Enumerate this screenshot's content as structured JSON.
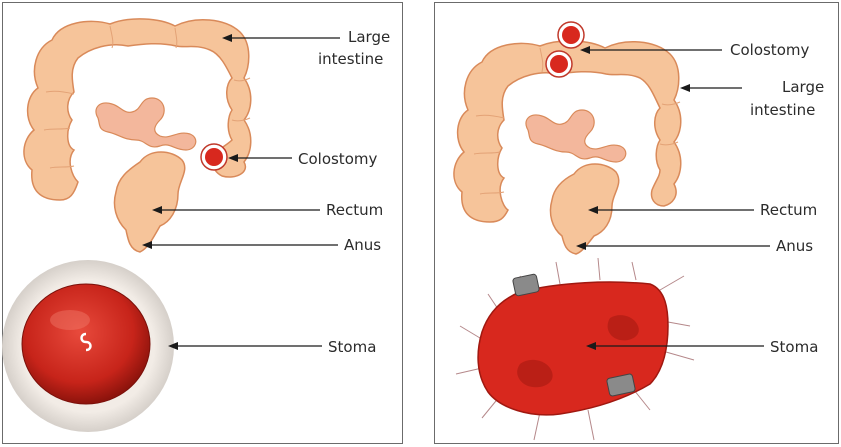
{
  "left_panel": {
    "labels": {
      "large_intestine_line1": "Large",
      "large_intestine_line2": "intestine",
      "colostomy": "Colostomy",
      "rectum": "Rectum",
      "anus": "Anus",
      "stoma": "Stoma"
    }
  },
  "right_panel": {
    "labels": {
      "colostomy": "Colostomy",
      "large_intestine_line1": "Large",
      "large_intestine_line2": "intestine",
      "rectum": "Rectum",
      "anus": "Anus",
      "stoma": "Stoma"
    }
  },
  "colors": {
    "intestine_fill": "#f6c49a",
    "intestine_stroke": "#d98a5a",
    "stoma_red": "#d8281e",
    "stoma_dark": "#a01810",
    "border": "#6b6b6b"
  }
}
